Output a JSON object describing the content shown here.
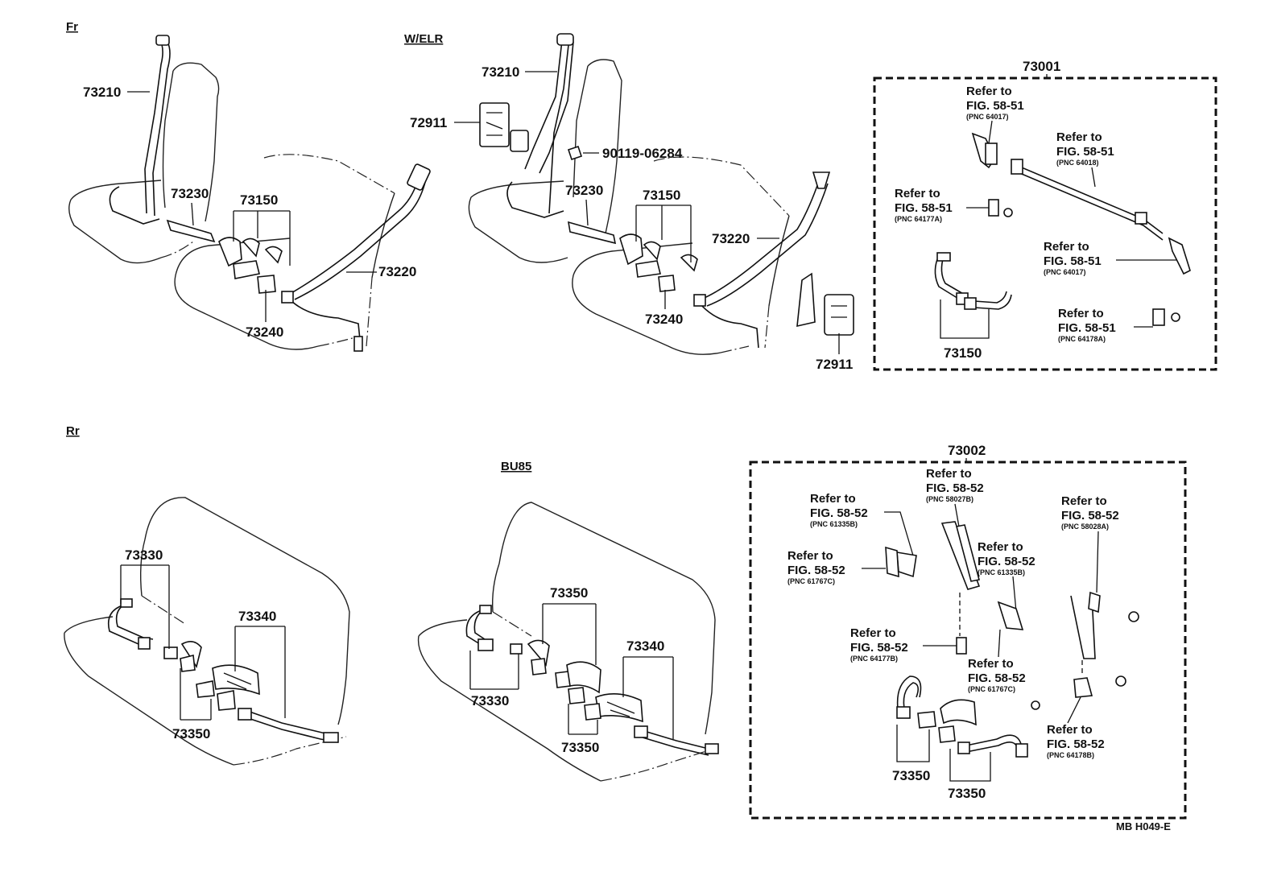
{
  "sections": {
    "front": "Fr",
    "welr": "W/ELR",
    "rear": "Rr",
    "bu85": "BU85"
  },
  "front_parts": {
    "p73210": "73210",
    "p73230": "73230",
    "p73150": "73150",
    "p73220": "73220",
    "p73240": "73240"
  },
  "welr_parts": {
    "p73210": "73210",
    "p72911a": "72911",
    "p90119": "90119-06284",
    "p73230": "73230",
    "p73150": "73150",
    "p73220": "73220",
    "p73240": "73240",
    "p72911b": "72911"
  },
  "kit_73001": {
    "label": "73001",
    "p73150": "73150",
    "refs": [
      {
        "line1": "Refer to",
        "line2": "FIG. 58-51",
        "pnc": "(PNC 64017)"
      },
      {
        "line1": "Refer to",
        "line2": "FIG. 58-51",
        "pnc": "(PNC 64018)"
      },
      {
        "line1": "Refer to",
        "line2": "FIG. 58-51",
        "pnc": "(PNC 64177A)"
      },
      {
        "line1": "Refer to",
        "line2": "FIG. 58-51",
        "pnc": "(PNC 64017)"
      },
      {
        "line1": "Refer to",
        "line2": "FIG. 58-51",
        "pnc": "(PNC 64178A)"
      }
    ]
  },
  "rear_parts": {
    "p73330": "73330",
    "p73340": "73340",
    "p73350": "73350"
  },
  "bu85_parts": {
    "p73350a": "73350",
    "p73330": "73330",
    "p73340": "73340",
    "p73350b": "73350"
  },
  "kit_73002": {
    "label": "73002",
    "p73350a": "73350",
    "p73350b": "73350",
    "refs": [
      {
        "line1": "Refer to",
        "line2": "FIG. 58-52",
        "pnc": "(PNC 61335B)"
      },
      {
        "line1": "Refer to",
        "line2": "FIG. 58-52",
        "pnc": "(PNC 58027B)"
      },
      {
        "line1": "Refer to",
        "line2": "FIG. 58-52",
        "pnc": "(PNC 58028A)"
      },
      {
        "line1": "Refer to",
        "line2": "FIG. 58-52",
        "pnc": "(PNC 61767C)"
      },
      {
        "line1": "Refer to",
        "line2": "FIG. 58-52",
        "pnc": "(PNC 61335B)"
      },
      {
        "line1": "Refer to",
        "line2": "FIG. 58-52",
        "pnc": "(PNC 64177B)"
      },
      {
        "line1": "Refer to",
        "line2": "FIG. 58-52",
        "pnc": "(PNC 61767C)"
      },
      {
        "line1": "Refer to",
        "line2": "FIG. 58-52",
        "pnc": "(PNC 64178B)"
      }
    ]
  },
  "figure_code": "MB H049-E"
}
